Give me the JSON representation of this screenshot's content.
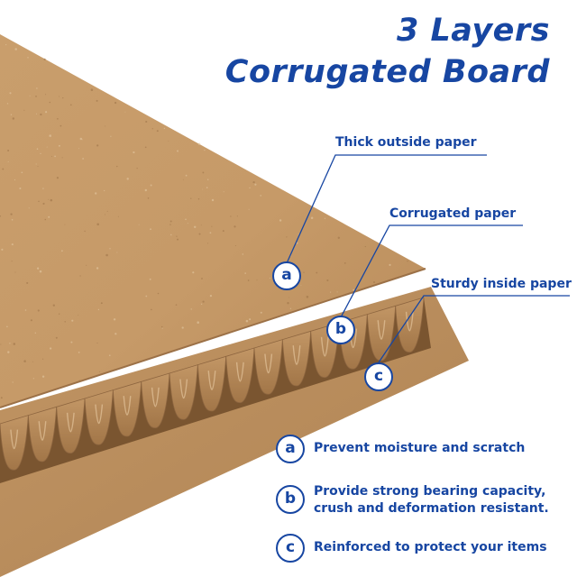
{
  "title": {
    "line1": "3 Layers",
    "line2": "Corrugated Board"
  },
  "callouts": [
    {
      "letter": "a",
      "label": "Thick outside paper"
    },
    {
      "letter": "b",
      "label": "Corrugated paper"
    },
    {
      "letter": "c",
      "label": "Sturdy inside paper"
    }
  ],
  "features": [
    {
      "letter": "a",
      "text_lines": [
        "Prevent moisture and scratch"
      ]
    },
    {
      "letter": "b",
      "text_lines": [
        "Provide strong bearing capacity,",
        "crush and deformation resistant."
      ]
    },
    {
      "letter": "c",
      "text_lines": [
        "Reinforced to protect your items"
      ]
    }
  ],
  "colors": {
    "accent": "#1746a2",
    "kraft": "#c69c6d",
    "kraft_light": "#d2ab7d",
    "kraft_dark": "#a87c4e"
  }
}
